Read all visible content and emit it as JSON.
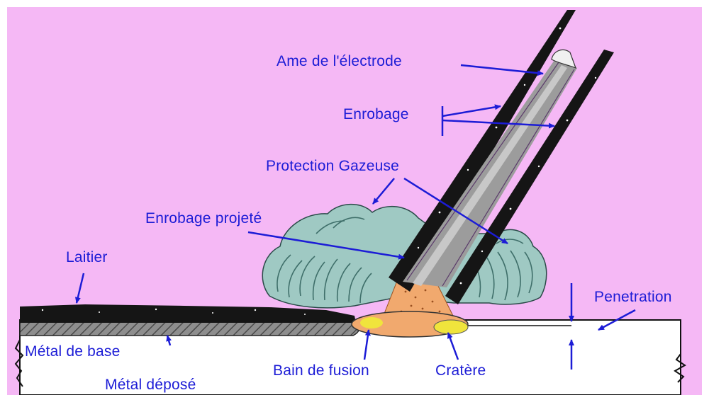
{
  "colors": {
    "background": "#f5b8f5",
    "label_text": "#1c1cd6",
    "arrow": "#1c1cd6",
    "electrode_coating": "#151515",
    "electrode_core": "#9c9c9c",
    "gas_shield": "#9fc9c3",
    "arc": "#f1a96e",
    "weld_pool": "#f0e43c",
    "slag": "#151515",
    "deposited_metal": "#8b8b8b",
    "base_metal": "#ffffff"
  },
  "labels": {
    "ame": "Ame de l'électrode",
    "enrobage": "Enrobage",
    "protection": "Protection Gazeuse",
    "enrobage_projete": "Enrobage projeté",
    "laitier": "Laitier",
    "penetration": "Penetration",
    "metal_base": "Métal de base",
    "metal_depose": "Métal déposé",
    "bain_fusion": "Bain de fusion",
    "cratere": "Cratère"
  }
}
